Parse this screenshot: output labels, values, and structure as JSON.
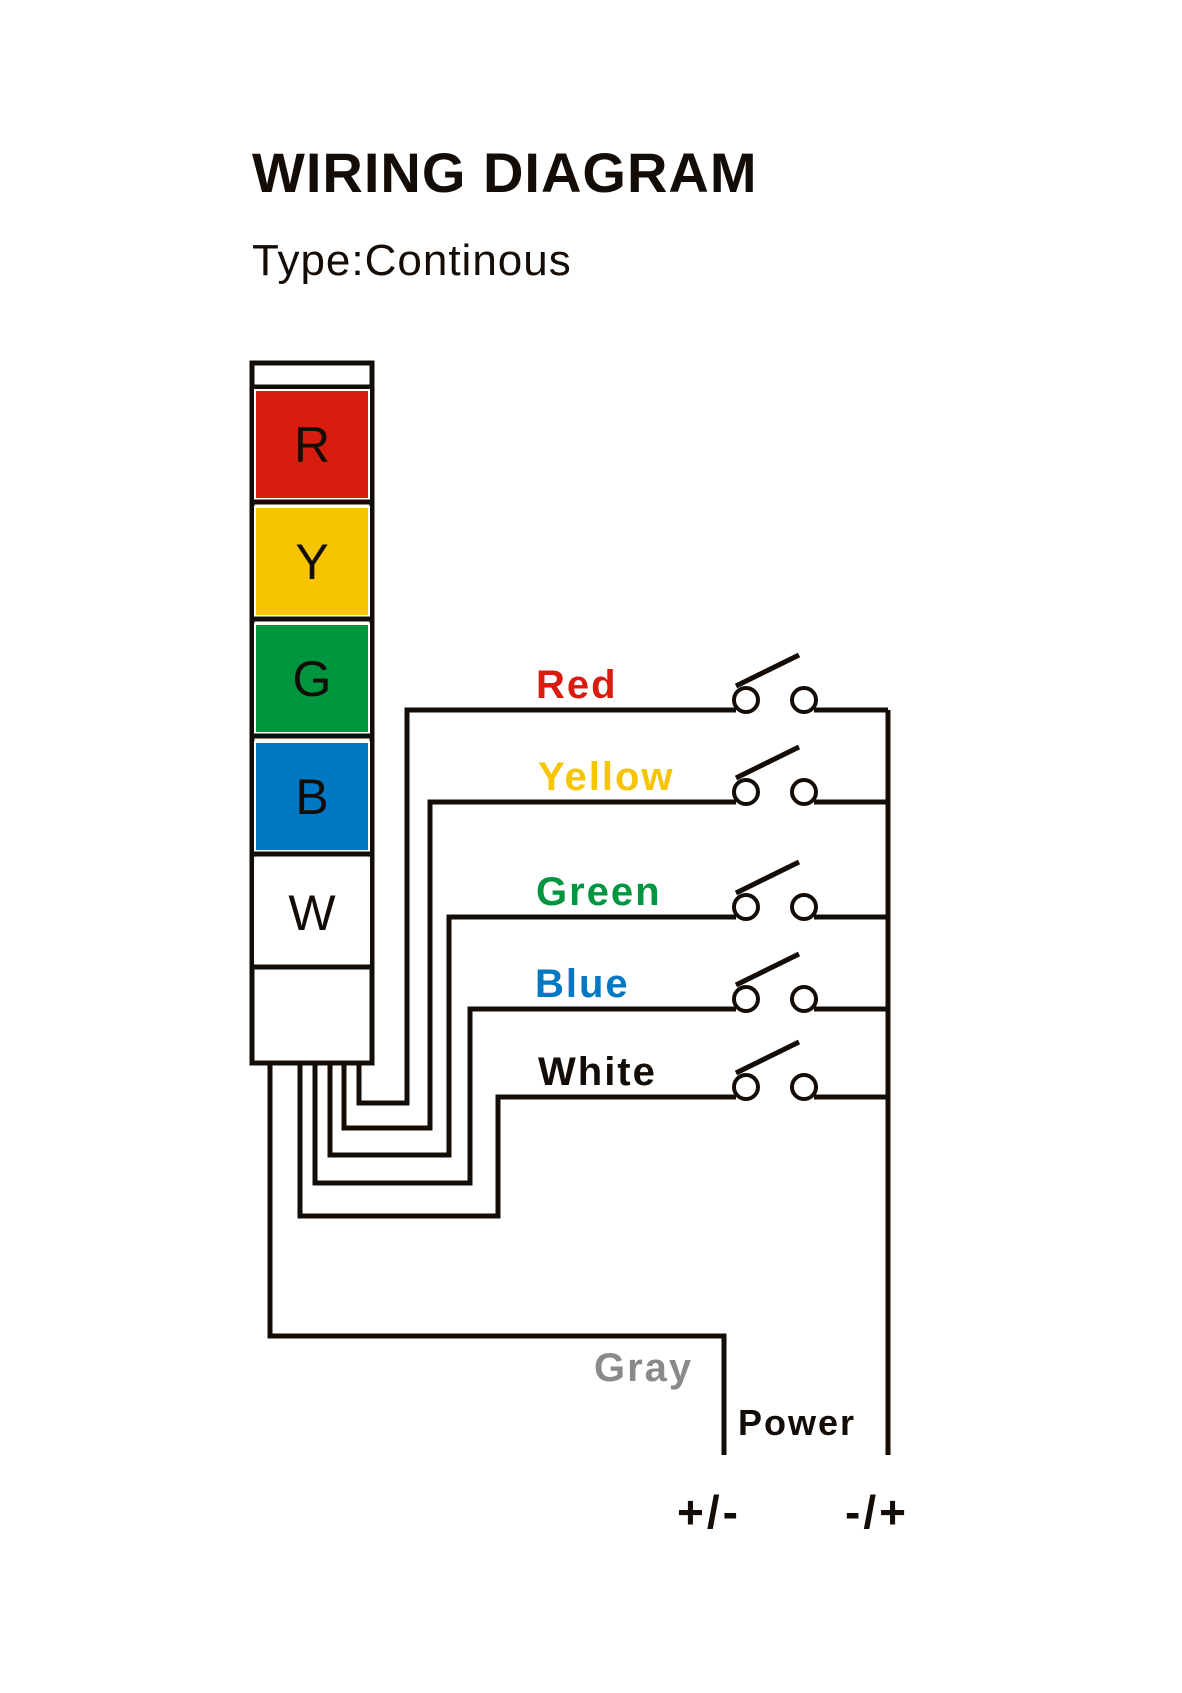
{
  "header": {
    "title": "WIRING DIAGRAM",
    "subtitle": "Type:Continous"
  },
  "tower": {
    "segments": [
      {
        "letter": "R",
        "color": "#d81c0e"
      },
      {
        "letter": "Y",
        "color": "#f6c400"
      },
      {
        "letter": "G",
        "color": "#009640"
      },
      {
        "letter": "B",
        "color": "#0078c4"
      },
      {
        "letter": "W",
        "color": "#ffffff"
      }
    ]
  },
  "wires": [
    {
      "name": "red",
      "label": "Red",
      "color": "#d81c0e"
    },
    {
      "name": "yellow",
      "label": "Yellow",
      "color": "#f6c400"
    },
    {
      "name": "green",
      "label": "Green",
      "color": "#009640"
    },
    {
      "name": "blue",
      "label": "Blue",
      "color": "#0078c4"
    },
    {
      "name": "white",
      "label": "White",
      "color": "#140c06"
    }
  ],
  "common_wire": {
    "label": "Gray",
    "color": "#8a8a8a"
  },
  "power": {
    "label": "Power",
    "terminal_left": "+/-",
    "terminal_right": "-/+"
  },
  "line_color": "#140c06"
}
